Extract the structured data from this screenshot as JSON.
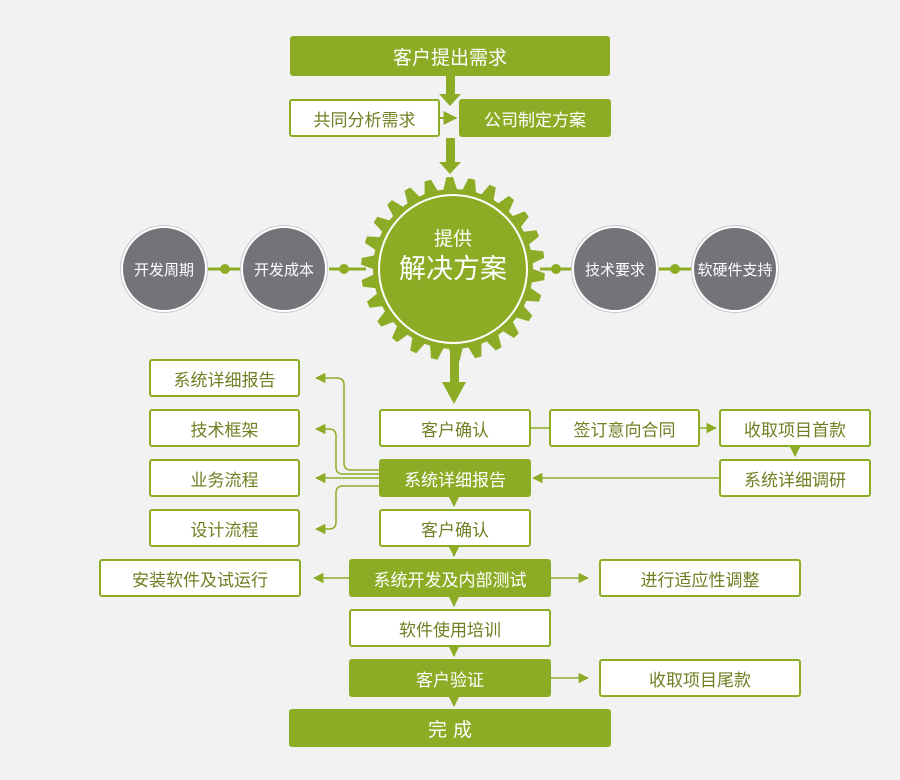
{
  "colors": {
    "accent": "#8dac26",
    "circle": "#73737a",
    "background": "#f2f2f2"
  },
  "nodes": {
    "customer_need": "客户提出需求",
    "joint_analysis": "共同分析需求",
    "company_plan": "公司制定方案",
    "gear_line1": "提供",
    "gear_line2": "解决方案",
    "dev_cycle": "开发周期",
    "dev_cost": "开发成本",
    "tech_req": "技术要求",
    "hw_sw_support": "软硬件支持",
    "report_out": "系统详细报告",
    "tech_framework": "技术框架",
    "business_flow": "业务流程",
    "design_flow": "设计流程",
    "customer_confirm_1": "客户确认",
    "sign_contract": "签订意向合同",
    "collect_first_payment": "收取项目首款",
    "system_report": "系统详细报告",
    "system_research": "系统详细调研",
    "customer_confirm_2": "客户确认",
    "install_trial": "安装软件及试运行",
    "system_dev_test": "系统开发及内部测试",
    "adapt_adjust": "进行适应性调整",
    "training": "软件使用培训",
    "customer_verify": "客户验证",
    "collect_final_payment": "收取项目尾款",
    "complete": "完 成"
  }
}
